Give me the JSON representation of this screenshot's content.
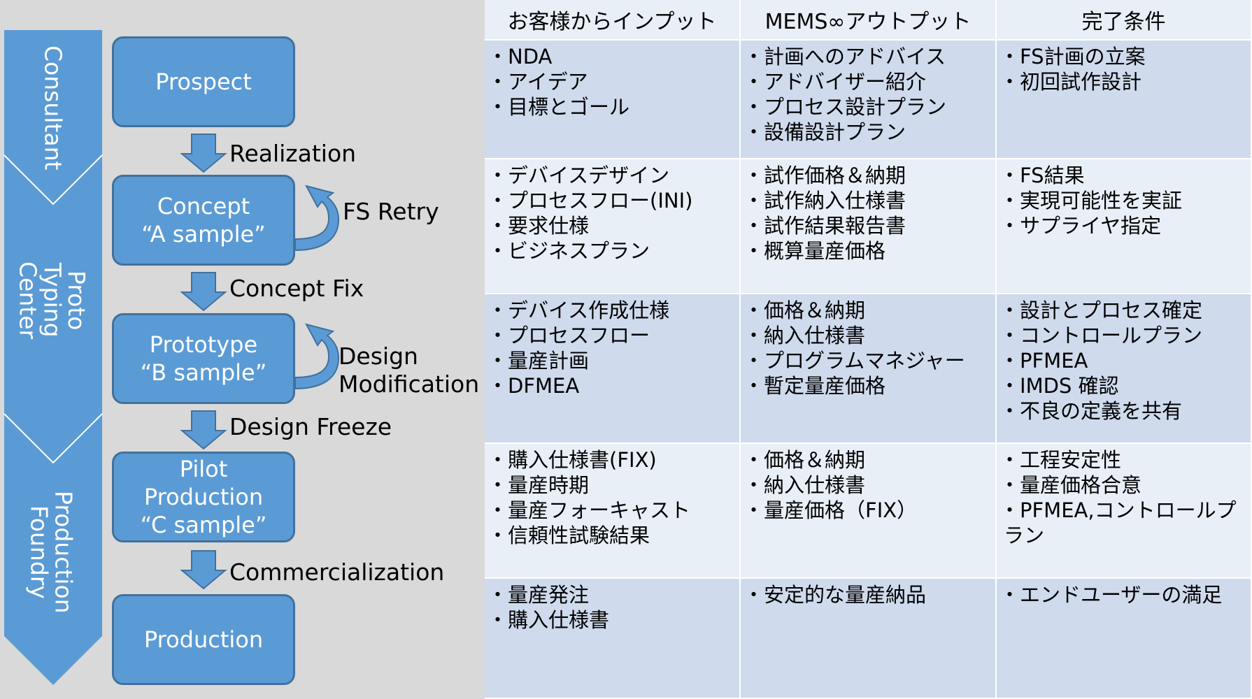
{
  "stages": [
    {
      "label": "Consultant"
    },
    {
      "label": "Proto\nTyping\nCenter"
    },
    {
      "label": "Production\nFoundry"
    }
  ],
  "boxes": [
    {
      "label": "Prospect"
    },
    {
      "label": "Concept\n“A sample”"
    },
    {
      "label": "Prototype\n“B sample”"
    },
    {
      "label": "Pilot\nProduction\n“C sample”"
    },
    {
      "label": "Production"
    }
  ],
  "transitions": [
    {
      "label": "Realization"
    },
    {
      "label": "Concept Fix"
    },
    {
      "label": "Design Freeze"
    },
    {
      "label": "Commercialization"
    }
  ],
  "loops": [
    {
      "label": "FS Retry"
    },
    {
      "label": "Design\nModification"
    }
  ],
  "table": {
    "headers": [
      "お客様からインプット",
      "MEMS∞アウトプット",
      "完了条件"
    ],
    "rows": [
      [
        [
          "NDA",
          "アイデア",
          "目標とゴール"
        ],
        [
          "計画へのアドバイス",
          "アドバイザー紹介",
          "プロセス設計プラン",
          "設備設計プラン"
        ],
        [
          "FS計画の立案",
          "初回試作設計"
        ]
      ],
      [
        [
          "デバイスデザイン",
          "プロセスフロー(INI)",
          "要求仕様",
          "ビジネスプラン"
        ],
        [
          "試作価格＆納期",
          "試作納入仕様書",
          "試作結果報告書",
          "概算量産価格"
        ],
        [
          "FS結果",
          "実現可能性を実証",
          "サプライヤ指定"
        ]
      ],
      [
        [
          "デバイス作成仕様",
          "プロセスフロー",
          "量産計画",
          "DFMEA"
        ],
        [
          "価格＆納期",
          "納入仕様書",
          "プログラムマネジャー",
          "暫定量産価格"
        ],
        [
          "設計とプロセス確定",
          "コントロールプラン",
          "PFMEA",
          "IMDS 確認",
          "不良の定義を共有"
        ]
      ],
      [
        [
          "購入仕様書(FIX)",
          "量産時期",
          "量産フォーキャスト",
          "信頼性試験結果"
        ],
        [
          "価格＆納期",
          "納入仕様書",
          "量産価格（FIX）"
        ],
        [
          "工程安定性",
          "量産価格合意",
          "PFMEA,コントロールプラン"
        ]
      ],
      [
        [
          "量産発注",
          "購入仕様書"
        ],
        [
          "安定的な量産納品"
        ],
        [
          "エンドユーザーの満足"
        ]
      ]
    ]
  },
  "colors": {
    "background": "#d9d9d9",
    "box_fill": "#5b9bd5",
    "box_border": "#41719c",
    "table_dark": "#cfdaed",
    "table_light": "#e9eff7"
  }
}
